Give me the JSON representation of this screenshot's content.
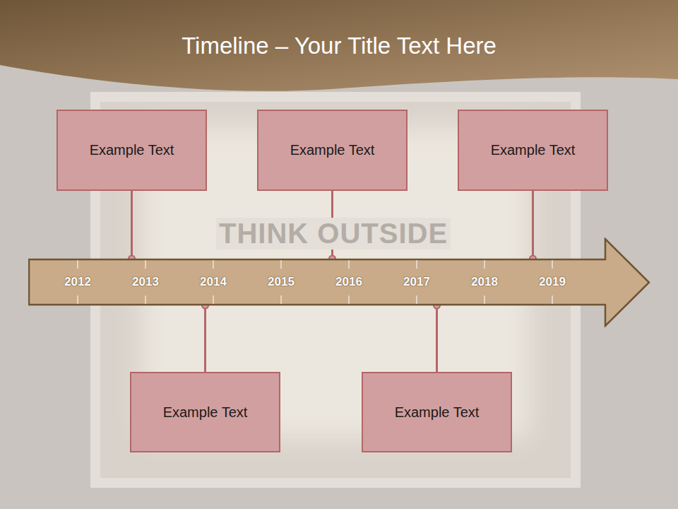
{
  "diagram": {
    "title": "Timeline – Your Title Text Here",
    "nodes": [
      {
        "text": [
          "Example Text"
        ]
      },
      {
        "text": [
          "Example Text"
        ]
      },
      {
        "text": [
          "Example Text"
        ]
      },
      {
        "text": [
          "2012",
          "2013",
          "2014",
          "2015",
          "2016",
          "2017",
          "2018",
          "2019"
        ]
      },
      {
        "text": [
          "Example Text"
        ]
      },
      {
        "text": [
          "Example Text"
        ]
      }
    ],
    "edges": [
      {
        "from": 0,
        "to": 3,
        "arrow": "none"
      },
      {
        "from": 1,
        "to": 3,
        "arrow": "none"
      },
      {
        "from": 2,
        "to": 3,
        "arrow": "none"
      },
      {
        "from": 4,
        "to": 3,
        "arrow": "none"
      },
      {
        "from": 5,
        "to": 3,
        "arrow": "none"
      }
    ],
    "labels": [
      "THINK OUTSIDE"
    ]
  }
}
